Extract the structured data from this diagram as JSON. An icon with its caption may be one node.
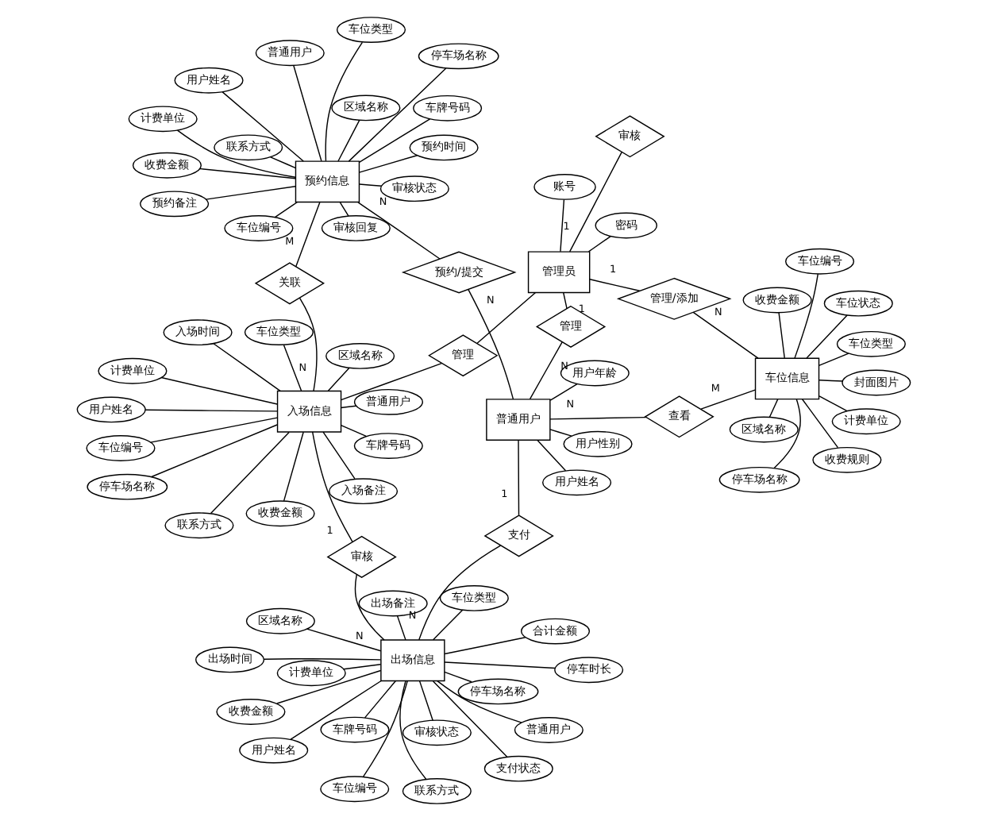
{
  "diagram": {
    "nodes": [
      {
        "text": [
          "出场信息"
        ]
      },
      {
        "text": [
          "停车场名称"
        ]
      },
      {
        "text": [
          "车位编号"
        ]
      },
      {
        "text": [
          "区域名称"
        ]
      },
      {
        "text": [
          "车位类型"
        ]
      },
      {
        "text": [
          "计费单位"
        ]
      },
      {
        "text": [
          "收费金额"
        ]
      },
      {
        "text": [
          "普通用户"
        ]
      },
      {
        "text": [
          "用户姓名"
        ]
      },
      {
        "text": [
          "联系方式"
        ]
      },
      {
        "text": [
          "车牌号码"
        ]
      },
      {
        "text": [
          "出场时间"
        ]
      },
      {
        "text": [
          "停车时长"
        ]
      },
      {
        "text": [
          "合计金额"
        ]
      },
      {
        "text": [
          "出场备注"
        ]
      },
      {
        "text": [
          "审核状态"
        ]
      },
      {
        "text": [
          "支付状态"
        ]
      },
      {
        "text": [
          "审核"
        ]
      },
      {
        "text": [
          "支付"
        ]
      },
      {
        "text": [
          "入场信息"
        ]
      },
      {
        "text": [
          "停车场名称"
        ]
      },
      {
        "text": [
          "车位编号"
        ]
      },
      {
        "text": [
          "区域名称"
        ]
      },
      {
        "text": [
          "车位类型"
        ]
      },
      {
        "text": [
          "计费单位"
        ]
      },
      {
        "text": [
          "收费金额"
        ]
      },
      {
        "text": [
          "普通用户"
        ]
      },
      {
        "text": [
          "用户姓名"
        ]
      },
      {
        "text": [
          "联系方式"
        ]
      },
      {
        "text": [
          "车牌号码"
        ]
      },
      {
        "text": [
          "入场时间"
        ]
      },
      {
        "text": [
          "入场备注"
        ]
      },
      {
        "text": [
          "关联"
        ]
      },
      {
        "text": [
          "预约信息"
        ]
      },
      {
        "text": [
          "停车场名称"
        ]
      },
      {
        "text": [
          "车位编号"
        ]
      },
      {
        "text": [
          "区域名称"
        ]
      },
      {
        "text": [
          "车位类型"
        ]
      },
      {
        "text": [
          "计费单位"
        ]
      },
      {
        "text": [
          "收费金额"
        ]
      },
      {
        "text": [
          "普通用户"
        ]
      },
      {
        "text": [
          "用户姓名"
        ]
      },
      {
        "text": [
          "联系方式"
        ]
      },
      {
        "text": [
          "车牌号码"
        ]
      },
      {
        "text": [
          "预约时间"
        ]
      },
      {
        "text": [
          "预约备注"
        ]
      },
      {
        "text": [
          "审核状态"
        ]
      },
      {
        "text": [
          "审核回复"
        ]
      },
      {
        "text": [
          "管理"
        ]
      },
      {
        "text": [
          "审核"
        ]
      },
      {
        "text": [
          "预约/提交"
        ]
      },
      {
        "text": [
          "管理员"
        ]
      },
      {
        "text": [
          "管理"
        ]
      },
      {
        "text": [
          "普通用户"
        ]
      },
      {
        "text": [
          "账号"
        ]
      },
      {
        "text": [
          "密码"
        ]
      },
      {
        "text": [
          "用户姓名"
        ]
      },
      {
        "text": [
          "用户年龄"
        ]
      },
      {
        "text": [
          "用户性别"
        ]
      },
      {
        "text": [
          "管理/添加"
        ]
      },
      {
        "text": [
          "查看"
        ]
      },
      {
        "text": [
          "车位信息"
        ]
      },
      {
        "text": [
          "停车场名称"
        ]
      },
      {
        "text": [
          "车位编号"
        ]
      },
      {
        "text": [
          "封面图片"
        ]
      },
      {
        "text": [
          "区域名称"
        ]
      },
      {
        "text": [
          "车位类型"
        ]
      },
      {
        "text": [
          "车位状态"
        ]
      },
      {
        "text": [
          "计费单位"
        ]
      },
      {
        "text": [
          "收费金额"
        ]
      },
      {
        "text": [
          "收费规则"
        ]
      }
    ],
    "edges": [
      {
        "from": 0,
        "to": 1,
        "arrow": "none"
      },
      {
        "from": 0,
        "to": 2,
        "arrow": "none"
      },
      {
        "from": 0,
        "to": 3,
        "arrow": "none"
      },
      {
        "from": 0,
        "to": 4,
        "arrow": "none"
      },
      {
        "from": 0,
        "to": 5,
        "arrow": "none"
      },
      {
        "from": 0,
        "to": 6,
        "arrow": "none"
      },
      {
        "from": 0,
        "to": 7,
        "arrow": "none"
      },
      {
        "from": 0,
        "to": 8,
        "arrow": "none"
      },
      {
        "from": 0,
        "to": 9,
        "arrow": "none"
      },
      {
        "from": 0,
        "to": 10,
        "arrow": "none"
      },
      {
        "from": 0,
        "to": 11,
        "arrow": "none"
      },
      {
        "from": 0,
        "to": 12,
        "arrow": "none"
      },
      {
        "from": 0,
        "to": 13,
        "arrow": "none"
      },
      {
        "from": 0,
        "to": 14,
        "arrow": "none"
      },
      {
        "from": 0,
        "to": 15,
        "arrow": "none"
      },
      {
        "from": 0,
        "to": 16,
        "arrow": "none"
      },
      {
        "from": 0,
        "to": 17,
        "arrow": "none",
        "label": "N"
      },
      {
        "from": 17,
        "to": 19,
        "arrow": "none",
        "label": "1"
      },
      {
        "from": 0,
        "to": 18,
        "arrow": "none",
        "label": "N"
      },
      {
        "from": 18,
        "to": 53,
        "arrow": "none",
        "label": "1"
      },
      {
        "from": 19,
        "to": 20,
        "arrow": "none"
      },
      {
        "from": 19,
        "to": 21,
        "arrow": "none"
      },
      {
        "from": 19,
        "to": 22,
        "arrow": "none"
      },
      {
        "from": 19,
        "to": 23,
        "arrow": "none"
      },
      {
        "from": 19,
        "to": 24,
        "arrow": "none"
      },
      {
        "from": 19,
        "to": 25,
        "arrow": "none"
      },
      {
        "from": 19,
        "to": 26,
        "arrow": "none"
      },
      {
        "from": 19,
        "to": 27,
        "arrow": "none"
      },
      {
        "from": 19,
        "to": 28,
        "arrow": "none"
      },
      {
        "from": 19,
        "to": 29,
        "arrow": "none"
      },
      {
        "from": 19,
        "to": 30,
        "arrow": "none"
      },
      {
        "from": 19,
        "to": 31,
        "arrow": "none"
      },
      {
        "from": 19,
        "to": 32,
        "arrow": "none",
        "label": "N"
      },
      {
        "from": 32,
        "to": 33,
        "arrow": "none",
        "label": "M"
      },
      {
        "from": 33,
        "to": 34,
        "arrow": "none"
      },
      {
        "from": 33,
        "to": 35,
        "arrow": "none"
      },
      {
        "from": 33,
        "to": 36,
        "arrow": "none"
      },
      {
        "from": 33,
        "to": 37,
        "arrow": "none"
      },
      {
        "from": 33,
        "to": 38,
        "arrow": "none"
      },
      {
        "from": 33,
        "to": 39,
        "arrow": "none"
      },
      {
        "from": 33,
        "to": 40,
        "arrow": "none"
      },
      {
        "from": 33,
        "to": 41,
        "arrow": "none"
      },
      {
        "from": 33,
        "to": 42,
        "arrow": "none"
      },
      {
        "from": 33,
        "to": 43,
        "arrow": "none"
      },
      {
        "from": 33,
        "to": 44,
        "arrow": "none"
      },
      {
        "from": 33,
        "to": 45,
        "arrow": "none"
      },
      {
        "from": 33,
        "to": 46,
        "arrow": "none"
      },
      {
        "from": 33,
        "to": 47,
        "arrow": "none"
      },
      {
        "from": 19,
        "to": 48,
        "arrow": "none"
      },
      {
        "from": 48,
        "to": 51,
        "arrow": "none"
      },
      {
        "from": 51,
        "to": 49,
        "arrow": "none",
        "label": "1"
      },
      {
        "from": 33,
        "to": 50,
        "arrow": "none",
        "label": "N"
      },
      {
        "from": 50,
        "to": 53,
        "arrow": "none",
        "label": "N"
      },
      {
        "from": 51,
        "to": 52,
        "arrow": "none",
        "label": "1"
      },
      {
        "from": 52,
        "to": 53,
        "arrow": "none",
        "label": "N"
      },
      {
        "from": 51,
        "to": 54,
        "arrow": "none"
      },
      {
        "from": 51,
        "to": 55,
        "arrow": "none"
      },
      {
        "from": 53,
        "to": 56,
        "arrow": "none"
      },
      {
        "from": 53,
        "to": 57,
        "arrow": "none"
      },
      {
        "from": 53,
        "to": 58,
        "arrow": "none"
      },
      {
        "from": 51,
        "to": 59,
        "arrow": "none",
        "label": "1"
      },
      {
        "from": 59,
        "to": 61,
        "arrow": "none",
        "label": "N"
      },
      {
        "from": 53,
        "to": 60,
        "arrow": "none",
        "label": "N"
      },
      {
        "from": 60,
        "to": 61,
        "arrow": "none",
        "label": "M"
      },
      {
        "from": 61,
        "to": 62,
        "arrow": "none"
      },
      {
        "from": 61,
        "to": 63,
        "arrow": "none"
      },
      {
        "from": 61,
        "to": 64,
        "arrow": "none"
      },
      {
        "from": 61,
        "to": 65,
        "arrow": "none"
      },
      {
        "from": 61,
        "to": 66,
        "arrow": "none"
      },
      {
        "from": 61,
        "to": 67,
        "arrow": "none"
      },
      {
        "from": 61,
        "to": 68,
        "arrow": "none"
      },
      {
        "from": 61,
        "to": 69,
        "arrow": "none"
      },
      {
        "from": 61,
        "to": 70,
        "arrow": "none"
      }
    ]
  }
}
